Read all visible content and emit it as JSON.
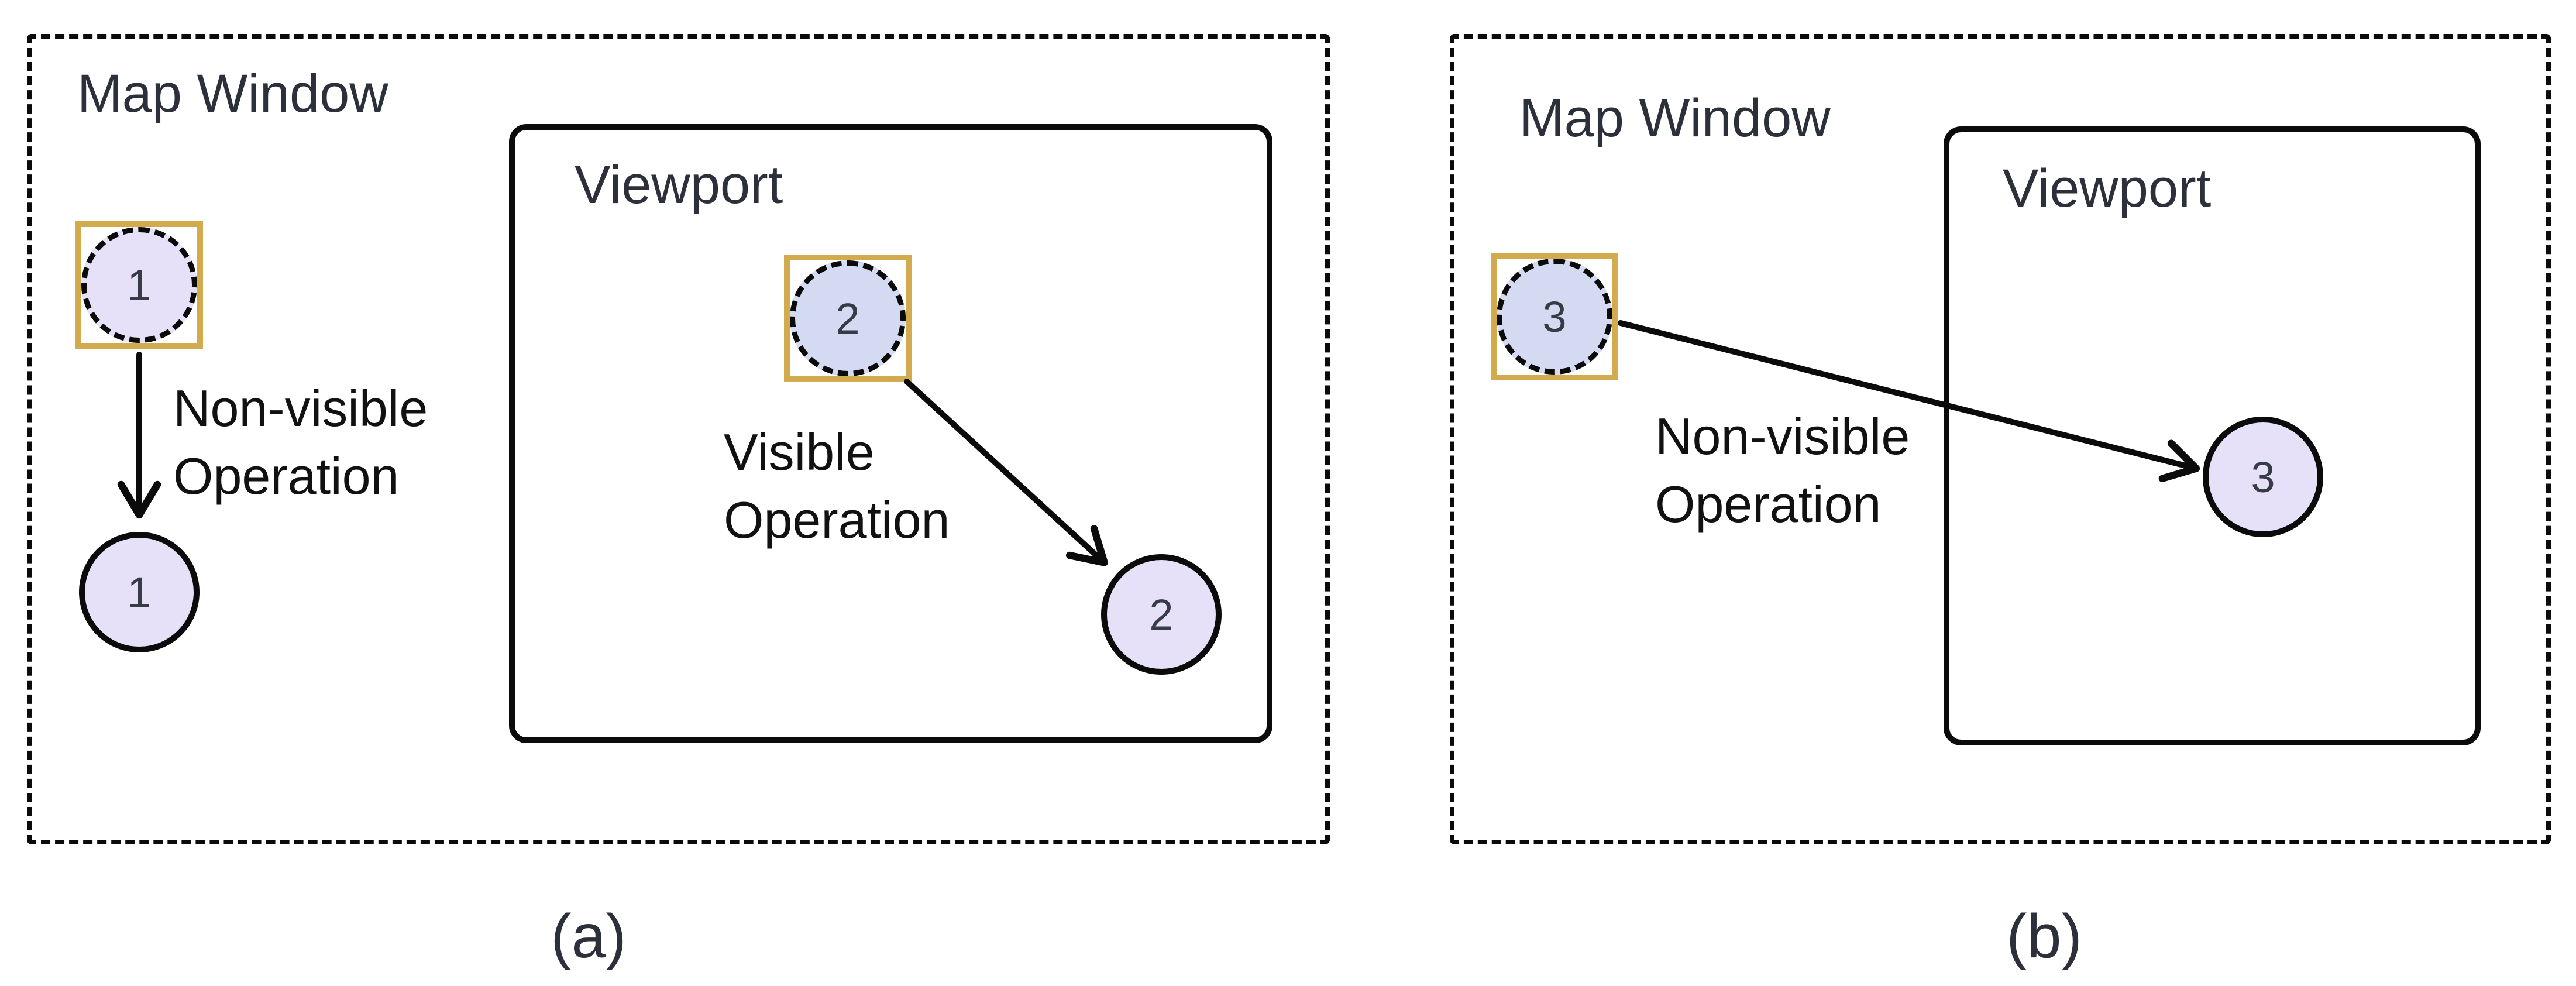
{
  "colors": {
    "node_fill_lavender": "#e6e0f8",
    "node_fill_periwinkle": "#d3daf1",
    "highlight_gold": "#d2ab4f",
    "stroke_black": "#0b0b0b",
    "container_label": "#2b303b",
    "edge_label": "#111111"
  },
  "panel_a": {
    "caption": "(a)",
    "map_window_label": "Map Window",
    "viewport_label": "Viewport",
    "ghost_node_1": "1",
    "result_node_1": "1",
    "edge_1_label": "Non-visible\nOperation",
    "ghost_node_2": "2",
    "result_node_2": "2",
    "edge_2_label": "Visible\nOperation"
  },
  "panel_b": {
    "caption": "(b)",
    "map_window_label": "Map Window",
    "viewport_label": "Viewport",
    "ghost_node_3": "3",
    "result_node_3": "3",
    "edge_3_label": "Non-visible\nOperation"
  }
}
